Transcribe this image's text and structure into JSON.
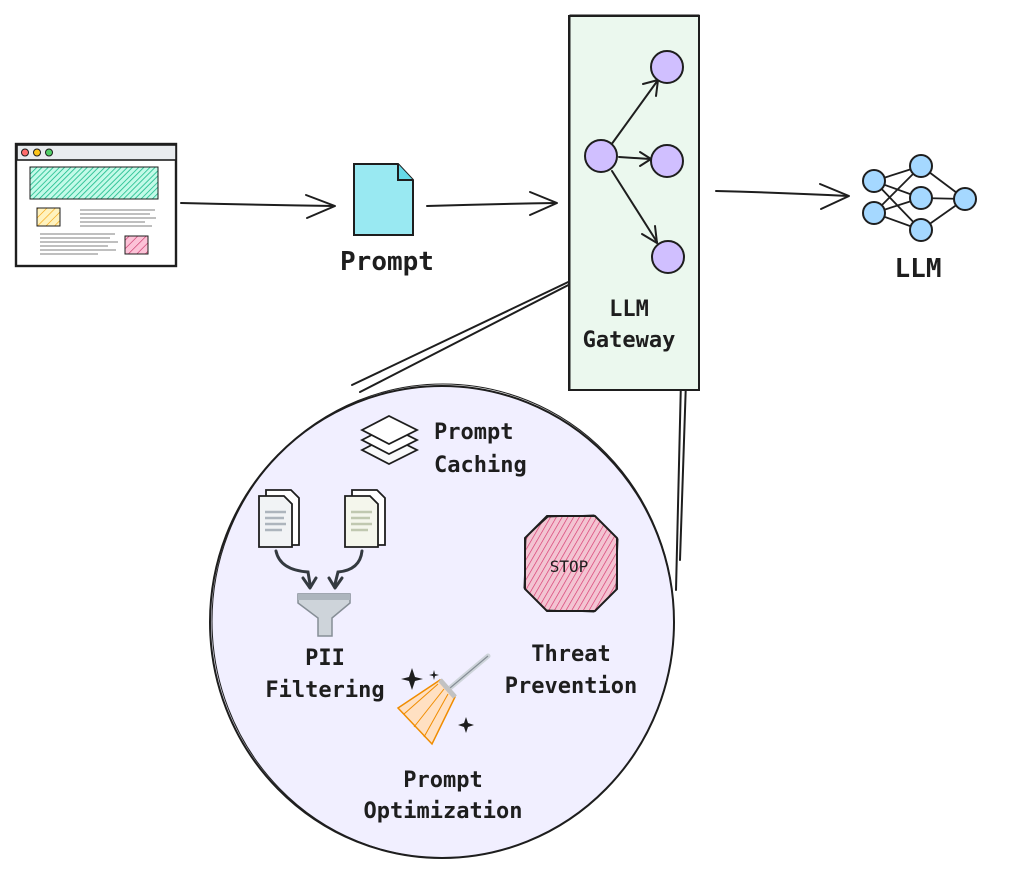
{
  "nodes": {
    "prompt": "Prompt",
    "llm": "LLM",
    "gateway_line1": "LLM",
    "gateway_line2": "Gateway"
  },
  "features": {
    "caching_line1": "Prompt",
    "caching_line2": "Caching",
    "pii_line1": "PII",
    "pii_line2": "Filtering",
    "threat_line1": "Threat",
    "threat_line2": "Prevention",
    "optimization_line1": "Prompt",
    "optimization_line2": "Optimization",
    "stop_sign": "STOP"
  },
  "colors": {
    "gateway_fill": "#ebf8ee",
    "node_purple": "#d0bfff",
    "node_blue": "#a5d8ff",
    "document_cyan": "#99e9f2",
    "circle_fill": "#f1efff",
    "stop_red": "#e599b0",
    "hatch_teal": "#12b886",
    "note_yellow": "#ffd43b",
    "note_pink": "#e64980"
  },
  "icons": {
    "browser": "browser-window-icon",
    "prompt": "document-icon",
    "llm": "neural-network-icon",
    "caching": "layers-icon",
    "pii": "filter-funnel-icon",
    "threat": "stop-sign-icon",
    "optimization": "broom-icon"
  }
}
